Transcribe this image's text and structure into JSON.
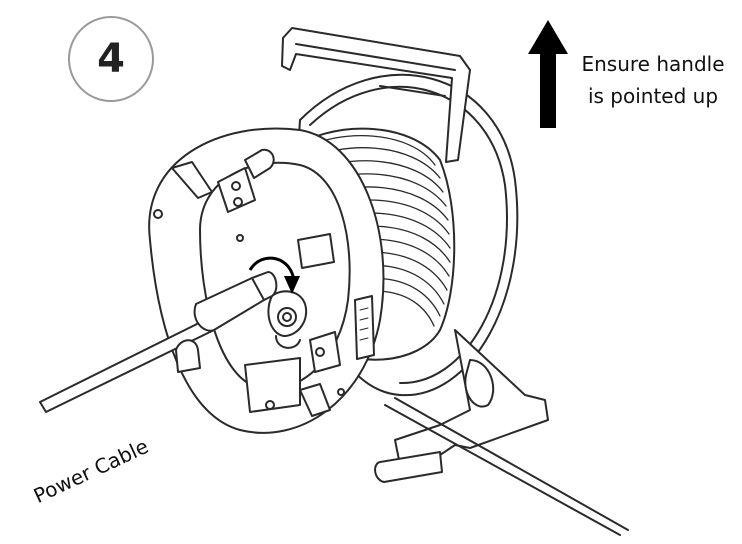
{
  "step": {
    "number": "4"
  },
  "instruction": {
    "lines": [
      "Ensure handle",
      "is pointed up"
    ],
    "icon": "up-arrow-icon",
    "arrow_color": "#000000"
  },
  "labels": {
    "power_cable": "Power Cable"
  },
  "colors": {
    "line": "#2a2a2a",
    "fill": "#ffffff"
  }
}
